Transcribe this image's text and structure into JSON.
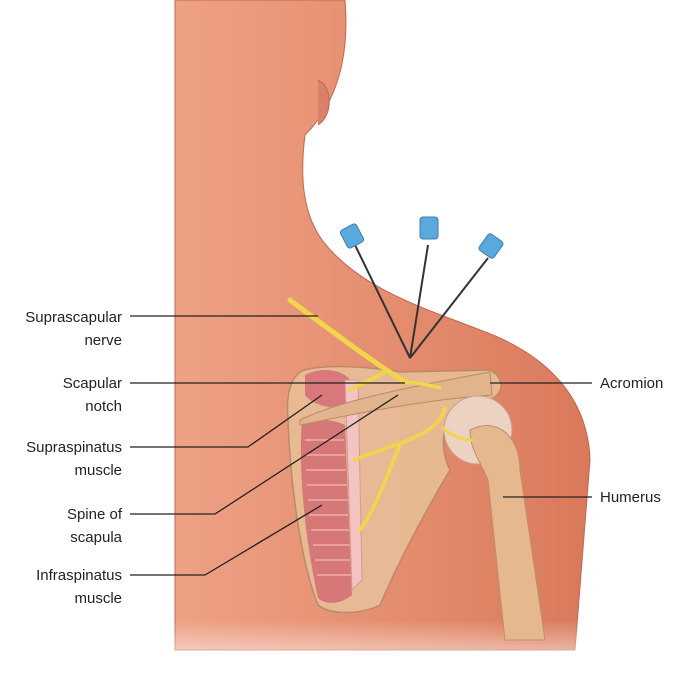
{
  "labels": {
    "suprascapular_nerve": [
      "Suprascapular",
      "nerve"
    ],
    "scapular_notch": [
      "Scapular",
      "notch"
    ],
    "supraspinatus_muscle": [
      "Supraspinatus",
      "muscle"
    ],
    "spine_of_scapula": [
      "Spine of",
      "scapula"
    ],
    "infraspinatus_muscle": [
      "Infraspinatus",
      "muscle"
    ],
    "acromion": "Acromion",
    "humerus": "Humerus"
  },
  "colors": {
    "skin": "#e59274",
    "bone": "#e8c09a",
    "muscle": "#d9787a",
    "nerve": "#f2d64a",
    "needle_hub": "#5aa8dc"
  }
}
